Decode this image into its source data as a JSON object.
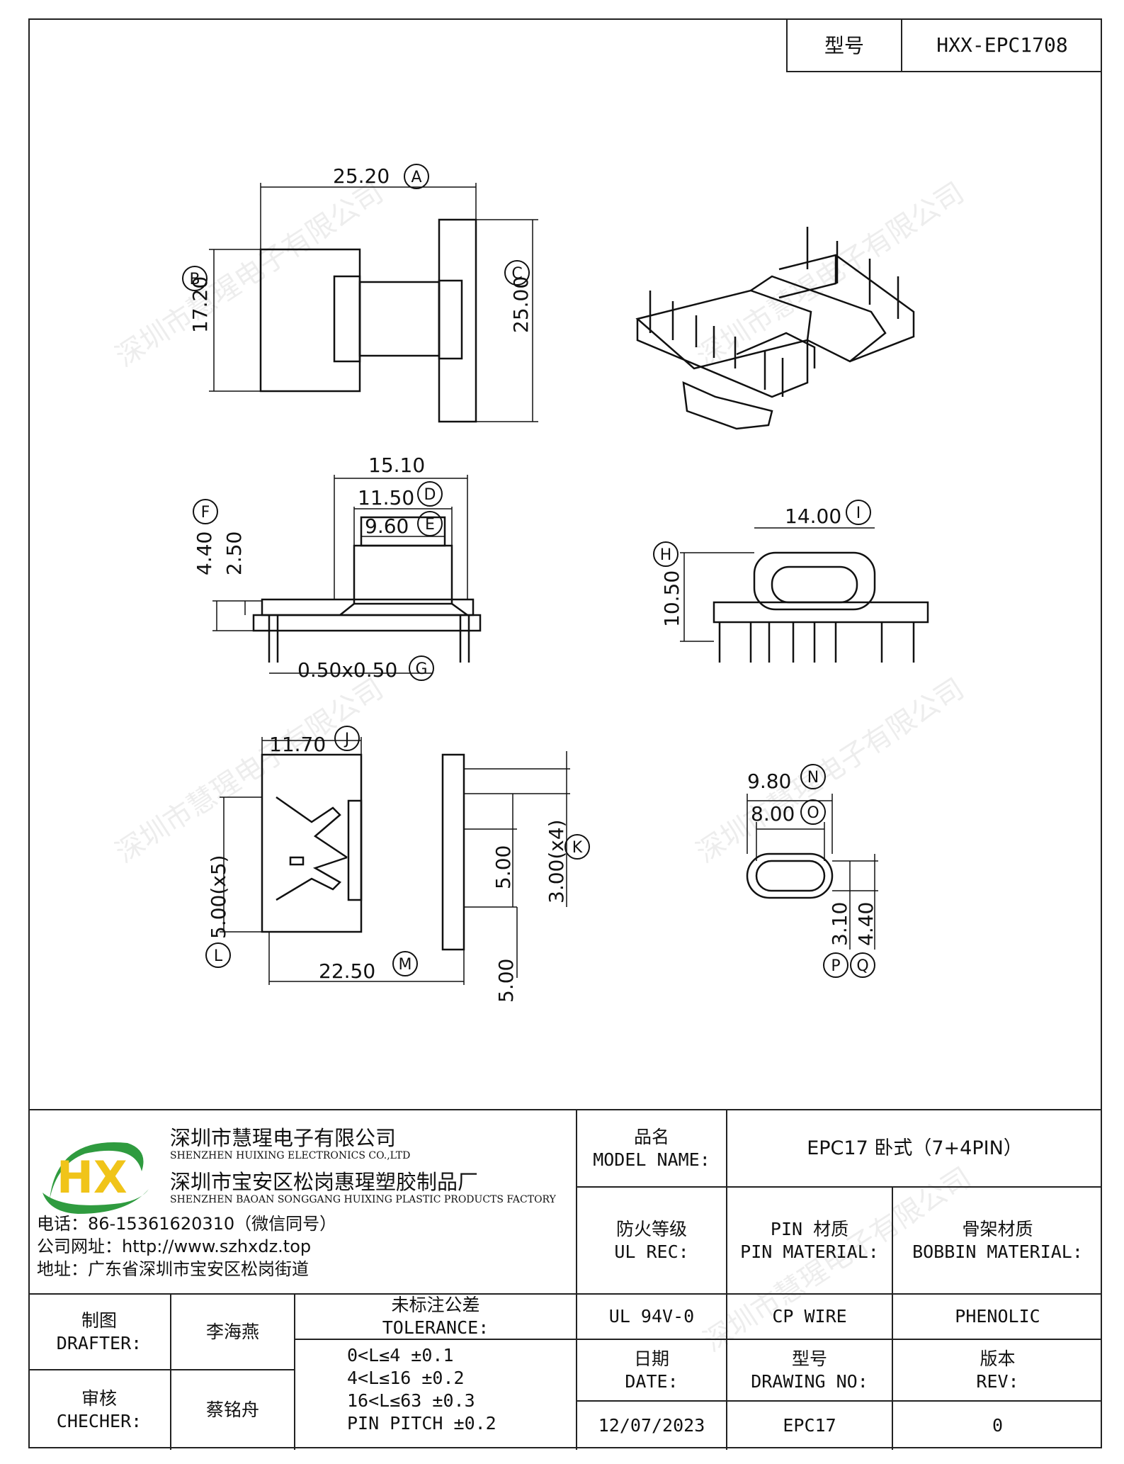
{
  "header": {
    "type_label": "型号",
    "type_value": "HXX-EPC1708"
  },
  "dims": {
    "a": "25.20",
    "b": "17.20",
    "c": "25.00",
    "d": "11.50",
    "e": "9.60",
    "top15": "15.10",
    "f": "4.40",
    "f2": "2.50",
    "g": "0.50x0.50",
    "h": "10.50",
    "i": "14.00",
    "j": "11.70",
    "k": "3.00(x4)",
    "k2": "5.00",
    "l": "5.00(x5)",
    "m": "22.50",
    "m2": "5.00",
    "n": "9.80",
    "o": "8.00",
    "p": "3.10",
    "q": "4.40"
  },
  "circle_labels": [
    "A",
    "B",
    "C",
    "D",
    "E",
    "F",
    "G",
    "H",
    "I",
    "J",
    "K",
    "L",
    "M",
    "N",
    "O",
    "P",
    "Q"
  ],
  "watermark": "深圳市慧瑆电子有限公司",
  "company": {
    "name_cn": "深圳市慧瑆电子有限公司",
    "name_en": "SHENZHEN HUIXING ELECTRONICS CO.,LTD",
    "factory_cn": "深圳市宝安区松岗惠瑆塑胶制品厂",
    "factory_en": "SHENZHEN BAOAN SONGGANG HUIXING PLASTIC PRODUCTS FACTORY",
    "phone": "电话：86-15361620310（微信同号）",
    "web": "公司网址：http://www.szhxdz.top",
    "address": "地址：广东省深圳市宝安区松岗街道",
    "logo_text": "HX"
  },
  "title_block": {
    "model_name_cn": "品名",
    "model_name_en": "MODEL NAME:",
    "model_name_value": "EPC17 卧式（7+4PIN）",
    "ul_cn": "防火等级",
    "ul_en": "UL REC:",
    "pin_cn": "PIN 材质",
    "pin_en": "PIN MATERIAL:",
    "bobbin_cn": "骨架材质",
    "bobbin_en": "BOBBIN MATERIAL:",
    "ul_value": "UL 94V-0",
    "pin_value": "CP WIRE",
    "bobbin_value": "PHENOLIC",
    "drafter_cn": "制图",
    "drafter_en": "DRAFTER:",
    "drafter_name": "李海燕",
    "checker_cn": "审核",
    "checker_en": "CHECHER:",
    "checker_name": "蔡铭舟",
    "tol_cn": "未标注公差",
    "tol_en": "TOLERANCE:",
    "tol_lines": [
      "0<L≤4   ±0.1",
      "4<L≤16  ±0.2",
      "16<L≤63 ±0.3",
      "PIN PITCH ±0.2"
    ],
    "date_cn": "日期",
    "date_en": "DATE:",
    "date_value": "12/07/2023",
    "drawing_cn": "型号",
    "drawing_en": "DRAWING NO:",
    "drawing_value": "EPC17",
    "rev_cn": "版本",
    "rev_en": "REV:",
    "rev_value": "0"
  }
}
